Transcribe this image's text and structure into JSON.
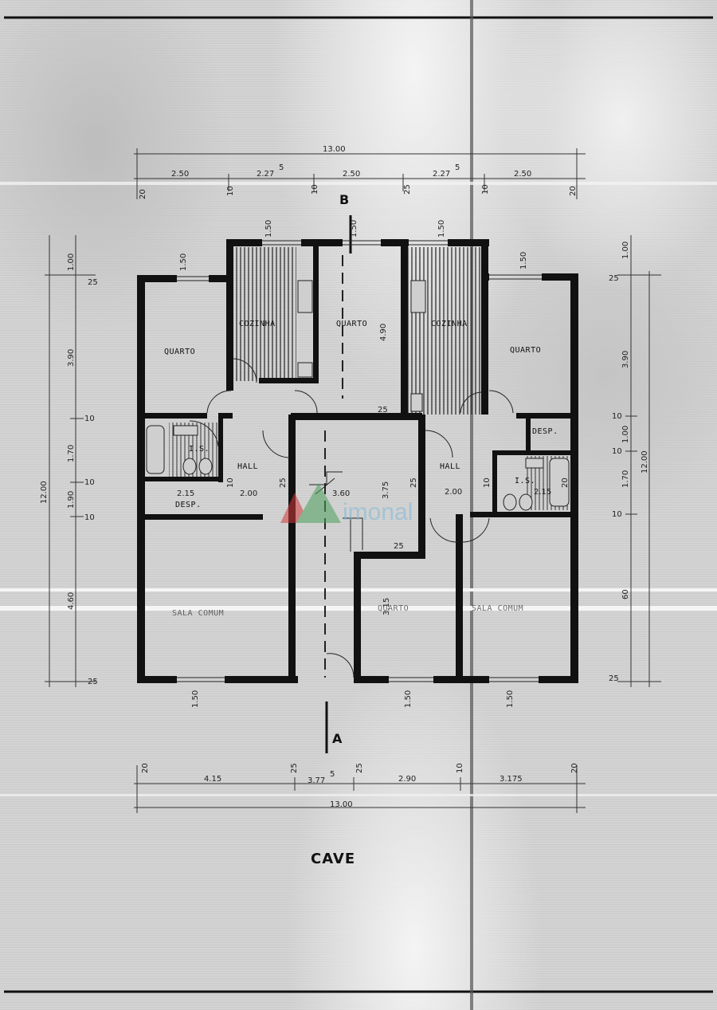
{
  "plan_title": "CAVE",
  "section_marks": {
    "top": "B",
    "bottom": "A"
  },
  "rooms": {
    "quarto_left": "QUARTO",
    "cozinha_left": "COZINHA",
    "quarto_center": "QUARTO",
    "cozinha_right": "COZINHA",
    "quarto_right": "QUARTO",
    "hall_left": "HALL",
    "hall_right": "HALL",
    "is_left": "I.S.",
    "is_right": "I.S.",
    "desp_left": "DESP.",
    "desp_right": "DESP.",
    "sala_left": "SALA  COMUM",
    "quarto_bottom": "QUARTO",
    "sala_right": "SALA  COMUM"
  },
  "dims_top": {
    "total": "13.00",
    "seg": [
      "2.50",
      "2.27",
      "2.50",
      "2.27",
      "2.50"
    ],
    "sup": "5",
    "small": [
      "20",
      "10",
      "10",
      "25",
      "10",
      "20"
    ]
  },
  "dims_bottom": {
    "total": "13.00",
    "seg": [
      "4.15",
      "3.77",
      "2.90",
      "3.175"
    ],
    "sup": "5",
    "small": [
      "20",
      "25",
      "25",
      "10",
      "20"
    ]
  },
  "dims_left": {
    "total": "12.00",
    "seg": [
      "1.00",
      "3.90",
      "1.70",
      "1.90",
      "4.60"
    ],
    "small": [
      "25",
      "10",
      "10",
      "10",
      "25"
    ]
  },
  "dims_right": {
    "total": "12.00",
    "seg": [
      "1.00",
      "3.90",
      "1.00",
      "1.70",
      "60"
    ],
    "small": [
      "25",
      "10",
      "10",
      "10",
      "25"
    ]
  },
  "dims_inner": {
    "win_150": "1.50",
    "hall_left_w": "2.00",
    "hall_right_w": "2.00",
    "desp_w": "2.15",
    "is_right_w": "2.15",
    "stair_w": "3.60",
    "stair_h": "3.75",
    "quarto_h": "4.90",
    "wall_25": "25",
    "wall_10": "10",
    "wall_20": "20",
    "q_bottom_h": "3.15"
  },
  "watermark": "imonal"
}
